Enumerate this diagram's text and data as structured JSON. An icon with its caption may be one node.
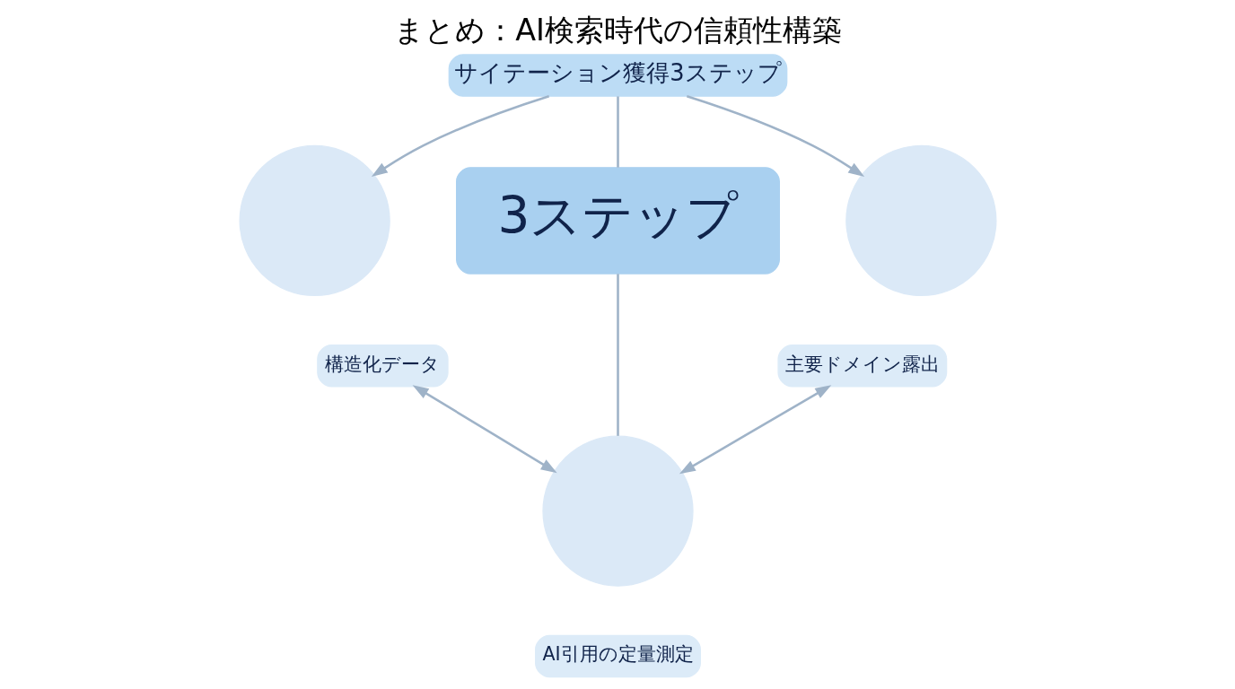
{
  "diagram": {
    "title": "まとめ：AI検索時代の信頼性構築",
    "nodes": [
      {
        "text": [
          "サイテーション獲得3ステップ"
        ]
      },
      {
        "text": [
          "3ステップ"
        ]
      },
      {
        "text": [],
        "shape": "circle"
      },
      {
        "text": [
          "構造化データ"
        ]
      },
      {
        "text": [],
        "shape": "circle"
      },
      {
        "text": [
          "主要ドメイン露出"
        ]
      },
      {
        "text": [],
        "shape": "circle"
      },
      {
        "text": [
          "AI引用の定量測定"
        ]
      }
    ],
    "edges": [
      {
        "from": 0,
        "to": 2,
        "arrow": "to"
      },
      {
        "from": 0,
        "to": 1,
        "arrow": "none"
      },
      {
        "from": 0,
        "to": 4,
        "arrow": "to"
      },
      {
        "from": 1,
        "to": 6,
        "arrow": "none"
      },
      {
        "from": 3,
        "to": 6,
        "arrow": "both"
      },
      {
        "from": 5,
        "to": 6,
        "arrow": "both"
      }
    ]
  }
}
